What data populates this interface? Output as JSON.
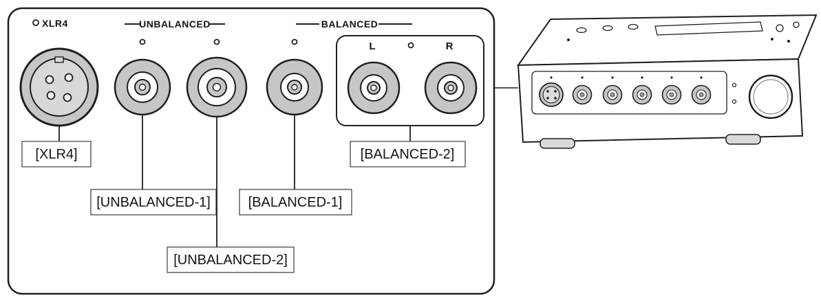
{
  "diagram": {
    "colors": {
      "outline": "#1e1e1e",
      "jack_fill": "#c6c6c6",
      "jack_inner": "#e9e9e9",
      "background": "#ffffff"
    },
    "panel": {
      "xlr_top_label": "XLR4",
      "unbalanced_group_label": "UNBALANCED",
      "balanced_group_label": "BALANCED",
      "left_channel_label": "L",
      "right_channel_label": "R"
    },
    "callouts": {
      "xlr4": "[XLR4]",
      "unbalanced_1": "[UNBALANCED-1]",
      "unbalanced_2": "[UNBALANCED-2]",
      "balanced_1": "[BALANCED-1]",
      "balanced_2": "[BALANCED-2]"
    }
  }
}
